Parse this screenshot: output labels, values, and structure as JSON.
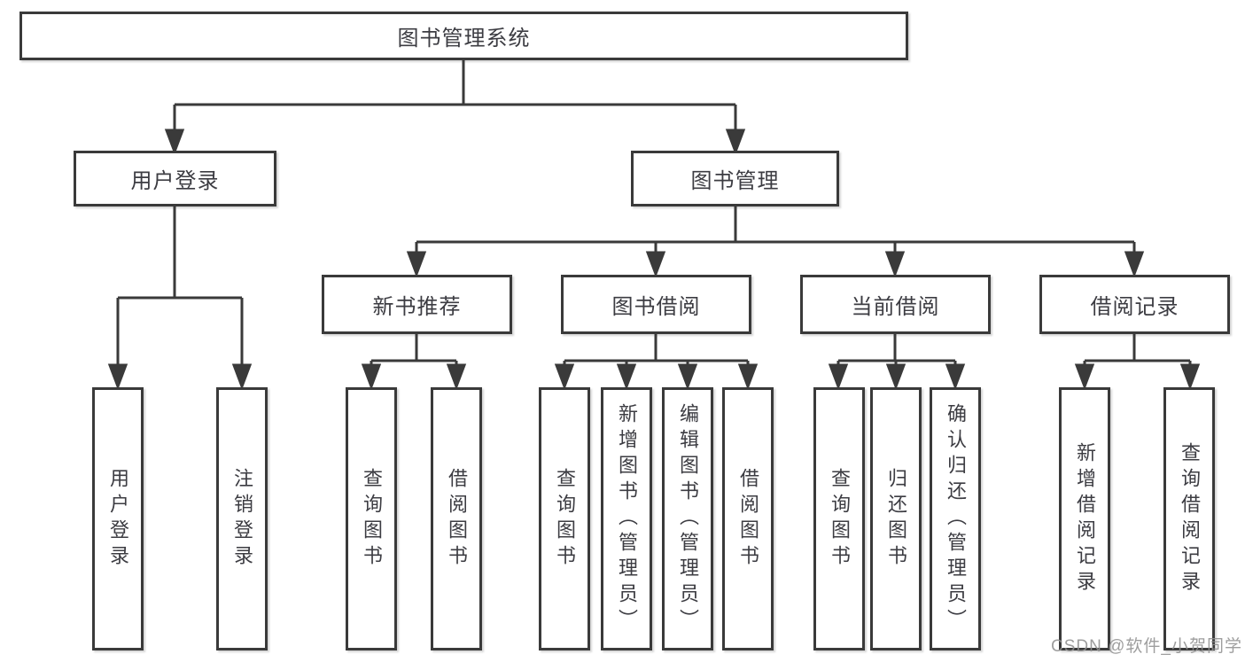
{
  "watermark": "CSDN @软件_小贺同学",
  "colors": {
    "line": "#3a3a3a",
    "text": "#3c3c42",
    "watermark": "#919191",
    "background": "#ffffff"
  },
  "tree": {
    "root": {
      "label": "图书管理系统"
    },
    "level2": [
      {
        "label": "用户登录",
        "children": [
          "用户登录",
          "注销登录"
        ]
      },
      {
        "label": "图书管理"
      }
    ],
    "level3": [
      {
        "label": "新书推荐",
        "children": [
          "查询图书",
          "借阅图书"
        ]
      },
      {
        "label": "图书借阅",
        "children": [
          "查询图书",
          "新增图书（管理员）",
          "编辑图书（管理员）",
          "借阅图书"
        ]
      },
      {
        "label": "当前借阅",
        "children": [
          "查询图书",
          "归还图书",
          "确认归还（管理员）"
        ]
      },
      {
        "label": "借阅记录",
        "children": [
          "新增借阅记录",
          "查询借阅记录"
        ]
      }
    ]
  }
}
